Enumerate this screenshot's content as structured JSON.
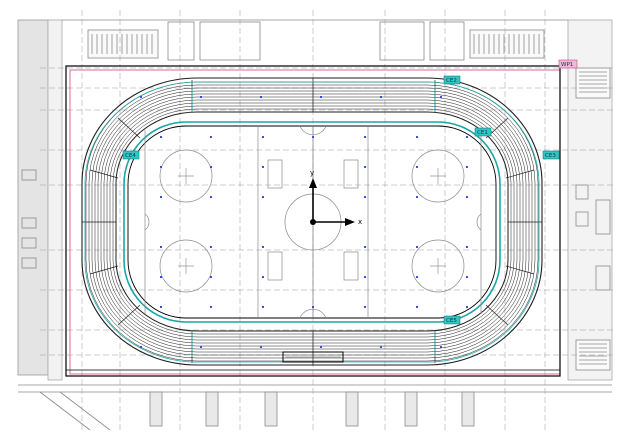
{
  "colors": {
    "accent": "#1aa6a6",
    "tag_fill": "#33c4c4",
    "outline": "#000000",
    "magenta_frame": "#c0508c",
    "point_blue": "#3b4fd8",
    "grid_dash": "#9a9a9a",
    "background": "#ffffff"
  },
  "tags": {
    "wp1": "WP1",
    "ce2": "CE2",
    "ce1": "CE1",
    "ce3": "CE3",
    "ce4": "CE4",
    "ce5": "CE5"
  },
  "axes": {
    "x": "x",
    "y": "y"
  }
}
